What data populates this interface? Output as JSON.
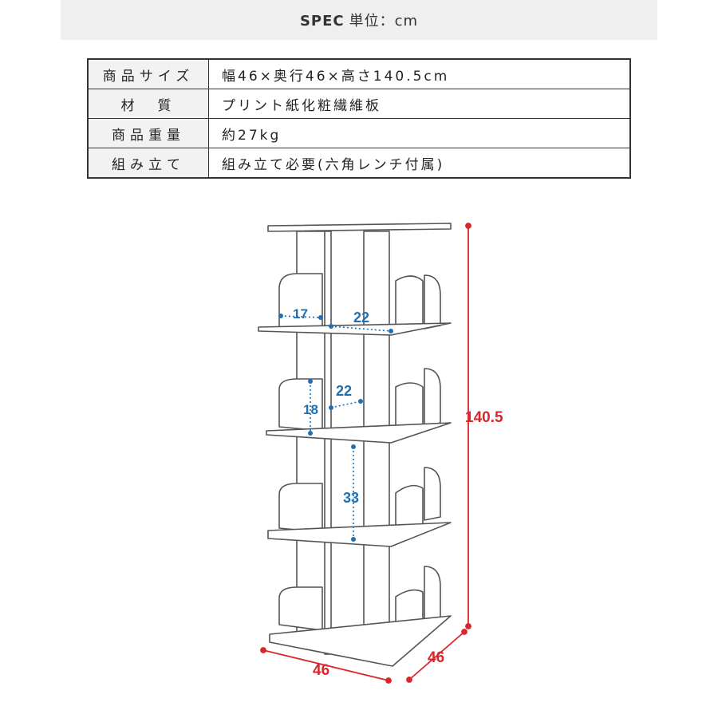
{
  "header": {
    "spec": "SPEC",
    "unit": "単位：cm"
  },
  "spec_table": [
    {
      "key": "商品サイズ",
      "value": "幅46×奥行46×高さ140.5cm"
    },
    {
      "key": "材　質",
      "value": "プリント紙化粧繊維板"
    },
    {
      "key": "商品重量",
      "value": "約27kg"
    },
    {
      "key": "組み立て",
      "value": "組み立て必要(六角レンチ付属)"
    }
  ],
  "diagram": {
    "dim_height": "140.5",
    "dim_width": "46",
    "dim_depth": "46",
    "dim_slot_width": "17",
    "dim_top_depth": "22",
    "dim_inner_depth": "22",
    "dim_divider_height": "18",
    "dim_shelf_height": "33",
    "colors": {
      "red": "#d9262b",
      "blue": "#1f6fb2",
      "line": "#555555"
    }
  }
}
